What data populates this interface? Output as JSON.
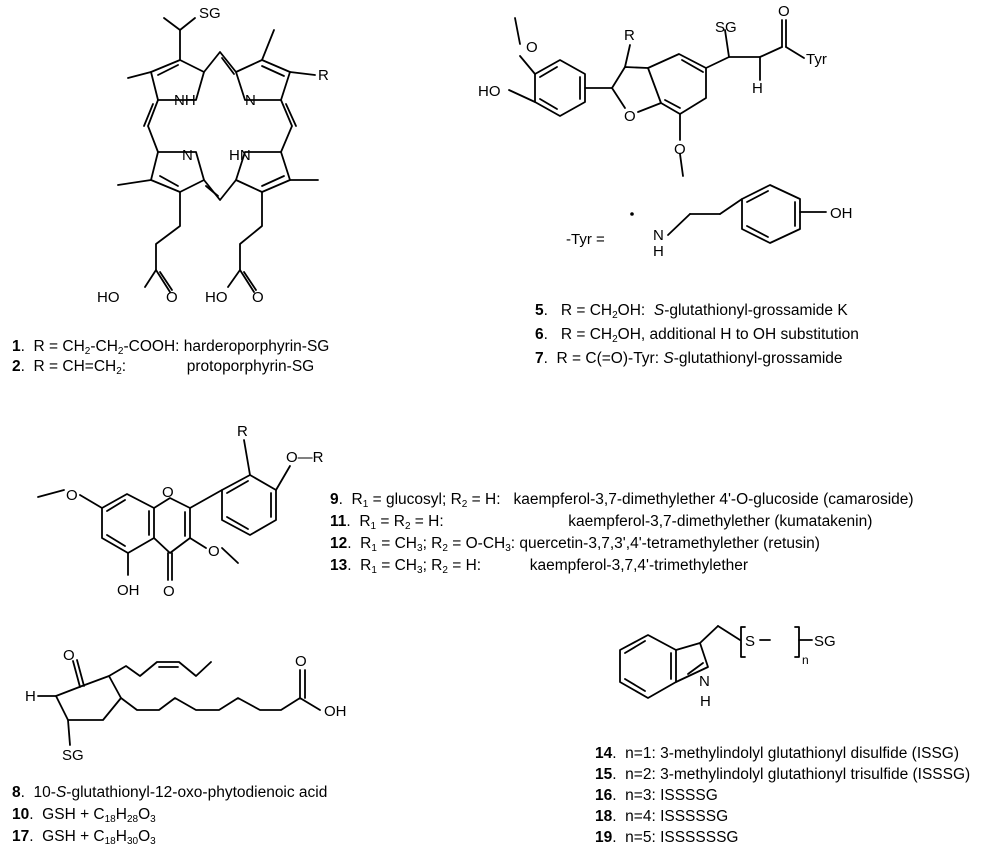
{
  "structures": {
    "porphyrin": {
      "SG": "SG",
      "R": "R",
      "NH1": "NH",
      "N1": "N",
      "N2": "N",
      "HN": "HN",
      "HO1": "HO",
      "O1": "O",
      "HO2": "HO",
      "O2": "O"
    },
    "grossamide": {
      "R": "R",
      "SG": "SG",
      "O_keto": "O",
      "Tyr": "Tyr",
      "H": "H",
      "HO": "HO",
      "O_ring": "O",
      "tyr_label": "-Tyr =",
      "N": "N",
      "NH_H": "H",
      "OH": "OH"
    },
    "flavone": {
      "R_top": "R",
      "O_R": "O—R",
      "O_ring": "O",
      "OH": "OH",
      "O_keto": "O"
    },
    "phytodienoic": {
      "O_keto": "O",
      "H": "H",
      "SG": "SG",
      "O_acid": "O",
      "OH": "OH"
    },
    "indole": {
      "S": "S",
      "n": "n",
      "SG": "SG",
      "NH_N": "N",
      "NH_H": "H"
    }
  },
  "captions": {
    "porphyrin": [
      {
        "num": "1",
        "text": "R = CH2-CH2-COOH: harderoporphyrin-SG"
      },
      {
        "num": "2",
        "text": "R = CH=CH2:",
        "name": "protoporphyrin-SG"
      }
    ],
    "grossamide": [
      {
        "num": "5",
        "pre": "R = CH2OH:",
        "it": "S",
        "rest": "-glutathionyl-grossamide K"
      },
      {
        "num": "6",
        "text": "R = CH2OH, additional H to OH substitution"
      },
      {
        "num": "7",
        "pre": "R = C(=O)-Tyr:",
        "it": "S",
        "rest": "-glutathionyl-grossamide"
      }
    ],
    "flavone": [
      {
        "num": "9",
        "cond": "R1 = glucosyl; R2 = H:",
        "name": "kaempferol-3,7-dimethylether 4'-O-glucoside (camaroside)"
      },
      {
        "num": "11",
        "cond": "R1 = R2 = H:",
        "name": "kaempferol-3,7-dimethylether (kumatakenin)"
      },
      {
        "num": "12",
        "cond": "R1 = CH3; R2 = O-CH3:",
        "name": "quercetin-3,7,3',4'-tetramethylether (retusin)"
      },
      {
        "num": "13",
        "cond": "R1 = CH3; R2 = H:",
        "name": "kaempferol-3,7,4'-trimethylether"
      }
    ],
    "phytodienoic": [
      {
        "num": "8",
        "pre": "10-",
        "it": "S",
        "rest": "-glutathionyl-12-oxo-phytodienoic acid"
      },
      {
        "num": "10",
        "text": "GSH + C18H28O3"
      },
      {
        "num": "17",
        "text": "GSH + C18H30O3"
      }
    ],
    "indole": [
      {
        "num": "14",
        "text": "n=1: 3-methylindolyl glutathionyl disulfide (ISSG)"
      },
      {
        "num": "15",
        "text": "n=2: 3-methylindolyl glutathionyl trisulfide (ISSSG)"
      },
      {
        "num": "16",
        "text": "n=3: ISSSSG"
      },
      {
        "num": "18",
        "text": "n=4: ISSSSSG"
      },
      {
        "num": "19",
        "text": "n=5: ISSSSSSG"
      }
    ]
  }
}
